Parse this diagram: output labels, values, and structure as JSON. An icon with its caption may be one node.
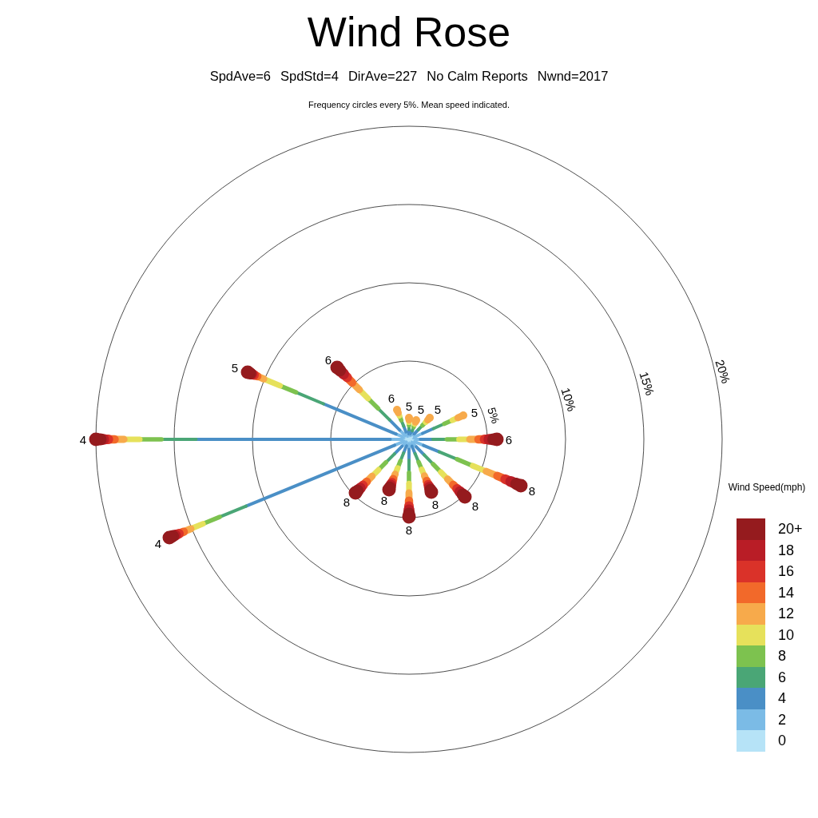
{
  "diagram": {
    "title": "Wind Rose",
    "labels": [
      "SpdAve=6",
      "SpdStd=4",
      "DirAve=227",
      "No Calm Reports",
      "Nwnd=2017",
      "Frequency circles every 5%. Mean speed indicated.",
      "5%",
      "10%",
      "15%",
      "20%",
      "4",
      "4",
      "5",
      "6",
      "6",
      "5",
      "5",
      "5",
      "5",
      "6",
      "8",
      "8",
      "8",
      "8",
      "8",
      "8",
      "Wind Speed(mph)"
    ],
    "legend": [
      {
        "text": "20+",
        "color": "#951b1e"
      },
      {
        "text": "18",
        "color": "#b91d26"
      },
      {
        "text": "16",
        "color": "#da3229"
      },
      {
        "text": "14",
        "color": "#f2692a"
      },
      {
        "text": "12",
        "color": "#f7aa4b"
      },
      {
        "text": "10",
        "color": "#e6e15b"
      },
      {
        "text": "8",
        "color": "#7dc24f"
      },
      {
        "text": "6",
        "color": "#4aa676"
      },
      {
        "text": "4",
        "color": "#4a8fc6"
      },
      {
        "text": "2",
        "color": "#7bbbe6"
      },
      {
        "text": "0",
        "color": "#b6e3f7"
      }
    ]
  }
}
